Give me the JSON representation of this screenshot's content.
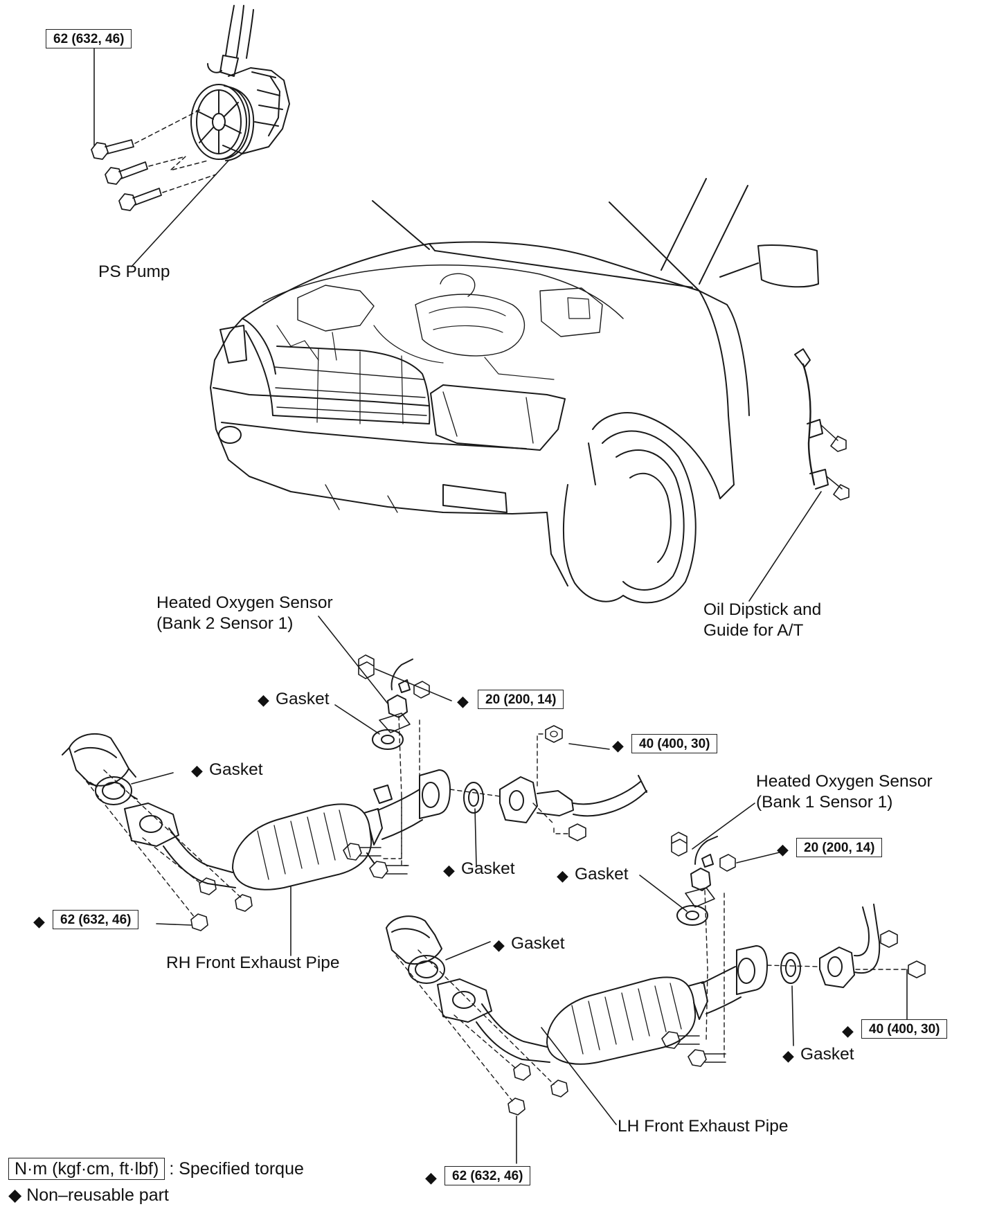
{
  "labels": {
    "ps_pump": "PS Pump",
    "ho2s_bank2": "Heated Oxygen Sensor\n(Bank 2 Sensor 1)",
    "ho2s_bank1": "Heated Oxygen Sensor\n(Bank 1 Sensor 1)",
    "oil_dipstick": "Oil Dipstick and\nGuide for A/T",
    "gasket": "Gasket",
    "rh_pipe": "RH Front Exhaust Pipe",
    "lh_pipe": "LH Front Exhaust Pipe"
  },
  "torque_specs": {
    "ps_pump_bolt": "62 (632, 46)",
    "ho2s_bank2_nut": "20 (200, 14)",
    "rh_tail_nut": "40 (400, 30)",
    "ho2s_bank1_nut": "20 (200, 14)",
    "rh_manifold_nut": "62 (632, 46)",
    "lh_tail_nut": "40 (400, 30)",
    "lh_manifold_nut": "62 (632, 46)"
  },
  "symbols": {
    "non_reusable": "◆"
  },
  "legend": {
    "torque_unit_box": "N·m (kgf·cm, ft·lbf)",
    "torque_desc": ": Specified torque",
    "non_reusable_desc": "Non–reusable part"
  },
  "icons": [
    "bolt-icon",
    "nut-icon",
    "diamond-icon"
  ]
}
